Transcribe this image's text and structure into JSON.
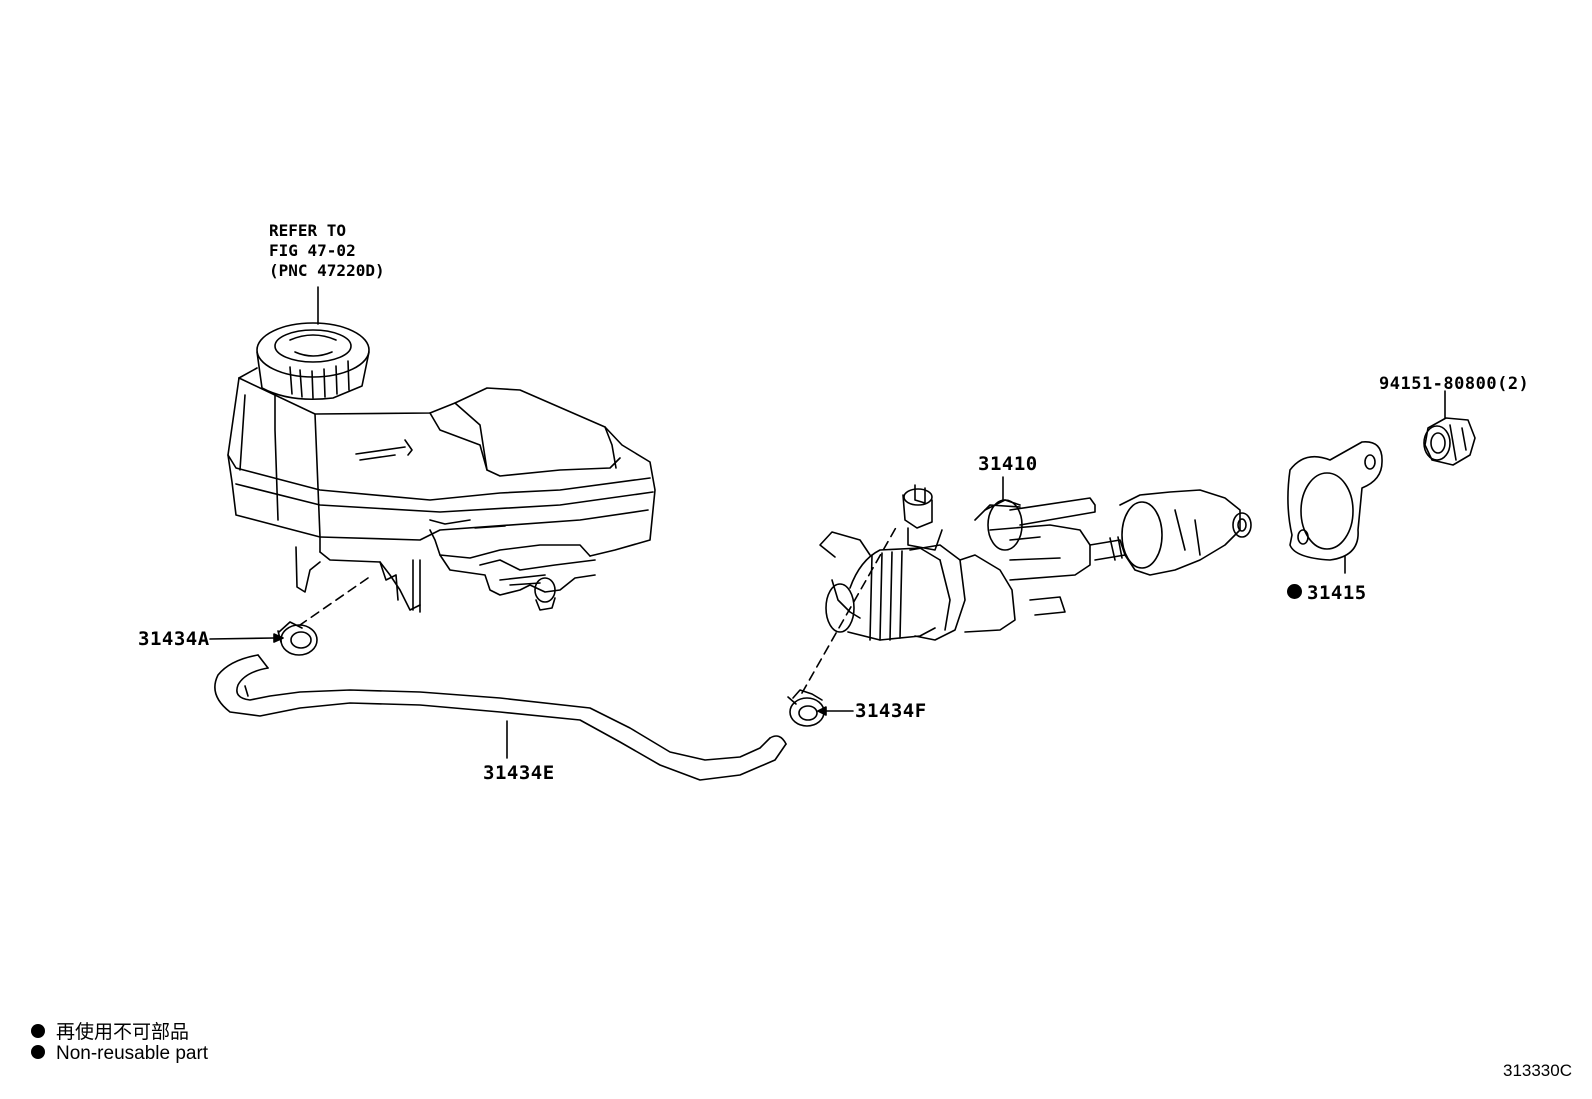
{
  "reference_note": {
    "line1": "REFER TO",
    "line2": "FIG 47-02",
    "line3": "(PNC 47220D)"
  },
  "parts": {
    "p31410": "31410",
    "p94151": "94151-80800(2)",
    "p31415": "31415",
    "p31434A": "31434A",
    "p31434F": "31434F",
    "p31434E": "31434E"
  },
  "legend": {
    "line1": "再使用不可部品",
    "line2": "Non-reusable part"
  },
  "figure_id": "313330C"
}
